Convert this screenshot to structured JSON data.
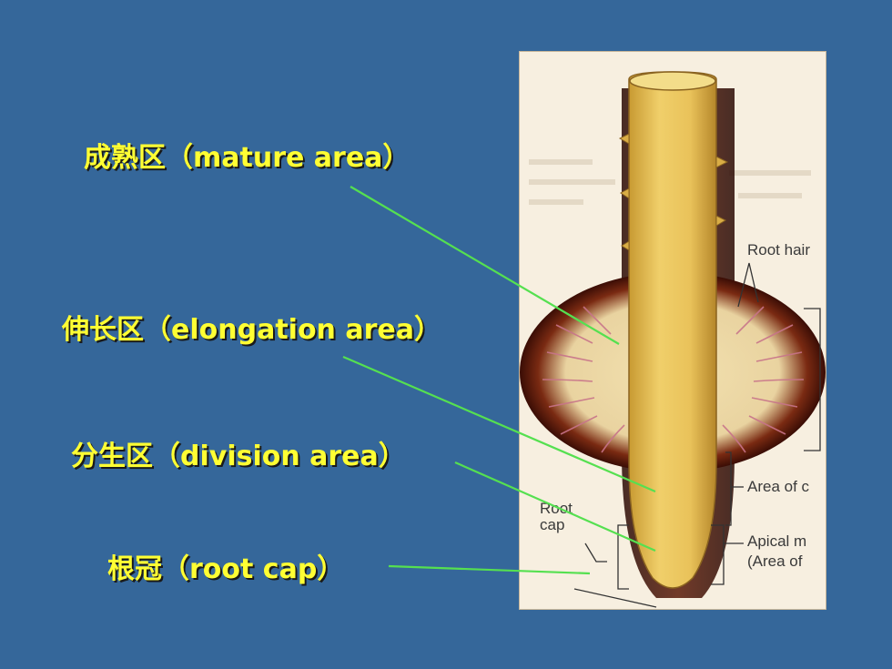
{
  "labels": {
    "mature": "成熟区（mature area）",
    "elongation": "伸长区（elongation area）",
    "division": "分生区（division area）",
    "rootcap": "根冠（root cap）"
  },
  "figure": {
    "root_hair": "Root hair",
    "area_of": "Area of c",
    "root_cap_line1": "Root",
    "root_cap_line2": "cap",
    "apical_line1": "Apical m",
    "apical_line2": "(Area of"
  },
  "colors": {
    "background": "#35679a",
    "label_text": "#ffff33",
    "pointer_line": "#55e050",
    "root_fill": "#e8c25a"
  }
}
